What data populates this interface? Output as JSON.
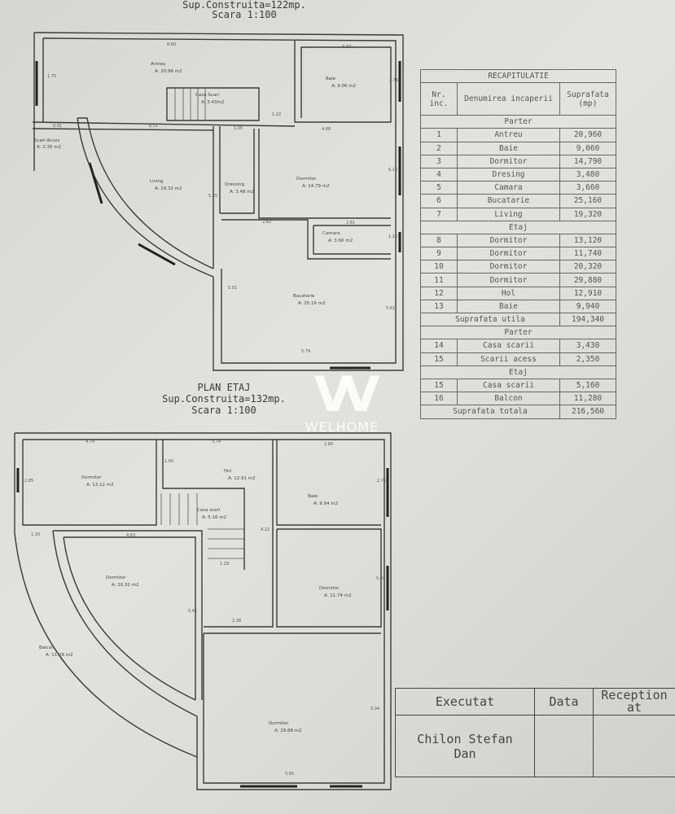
{
  "ground_floor": {
    "title_area": "Sup.Construita=122mp.",
    "title_scale": "Scara 1:100",
    "rooms": [
      {
        "name": "Antreu",
        "area": "A: 20.96 m2"
      },
      {
        "name": "Baie",
        "area": "A: 9.06 m2"
      },
      {
        "name": "Casa Scari",
        "area": "A: 3.43m2"
      },
      {
        "name": "Scari Acces",
        "area": "A: 2.35 m2"
      },
      {
        "name": "Living",
        "area": "A: 19.32 m2"
      },
      {
        "name": "Dressing",
        "area": "A: 3.48 m2"
      },
      {
        "name": "Dormitor",
        "area": "A: 14.79 m2"
      },
      {
        "name": "Camara",
        "area": "A: 3.66 m2"
      },
      {
        "name": "Bucatarie",
        "area": "A: 25.16 m2"
      }
    ],
    "dimensions": [
      "8.66",
      "3.37",
      "2.75",
      "1.75",
      "0.91",
      "6.51",
      "1.22",
      "1.05",
      "4.68",
      "5.12",
      "5.25",
      "2.82",
      "2.81",
      "1.25",
      "5.01",
      "5.61",
      "5.79"
    ]
  },
  "upper_floor": {
    "title": "PLAN ETAJ",
    "title_area": "Sup.Construita=132mp.",
    "title_scale": "Scara 1:100",
    "rooms": [
      {
        "name": "Dormitor",
        "area": "A: 13.12 m2"
      },
      {
        "name": "Hol",
        "area": "A: 12.91 m2"
      },
      {
        "name": "Casa scari",
        "area": "A: 5.16 m2"
      },
      {
        "name": "Baie",
        "area": "A: 9.94 m2"
      },
      {
        "name": "Dormitor",
        "area": "A: 20.32 m2"
      },
      {
        "name": "Dormitor",
        "area": "A: 11.74 m2"
      },
      {
        "name": "Balcon",
        "area": "A: 11.28 m2"
      },
      {
        "name": "Dormitor",
        "area": "A: 29.88 m2"
      }
    ],
    "dimensions": [
      "4.74",
      "3.74",
      "2.80",
      "1.60",
      "2.85",
      "2.75",
      "1.20",
      "4.63",
      "4.22",
      "1.29",
      "5.03",
      "5.41",
      "2.38",
      "5.04",
      "5.65"
    ]
  },
  "recap": {
    "title": "RECAPITULATIE",
    "headers": [
      "Nr. inc.",
      "Denumirea incaperii",
      "Suprafata (mp)"
    ],
    "rows": [
      {
        "section": "Parter"
      },
      {
        "nr": "1",
        "name": "Antreu",
        "area": "20,960"
      },
      {
        "nr": "2",
        "name": "Baie",
        "area": "9,060"
      },
      {
        "nr": "3",
        "name": "Dormitor",
        "area": "14,790"
      },
      {
        "nr": "4",
        "name": "Dresing",
        "area": "3,480"
      },
      {
        "nr": "5",
        "name": "Camara",
        "area": "3,660"
      },
      {
        "nr": "6",
        "name": "Bucatarie",
        "area": "25,160"
      },
      {
        "nr": "7",
        "name": "Living",
        "area": "19,320"
      },
      {
        "section": "Etaj"
      },
      {
        "nr": "8",
        "name": "Dormitor",
        "area": "13,120"
      },
      {
        "nr": "9",
        "name": "Dormitor",
        "area": "11,740"
      },
      {
        "nr": "10",
        "name": "Dormitor",
        "area": "20,320"
      },
      {
        "nr": "11",
        "name": "Dormitor",
        "area": "29,880"
      },
      {
        "nr": "12",
        "name": "Hol",
        "area": "12,910"
      },
      {
        "nr": "13",
        "name": "Baie",
        "area": "9,940"
      },
      {
        "total": "Suprafata utila",
        "area": "194,340"
      },
      {
        "section": "Parter"
      },
      {
        "nr": "14",
        "name": "Casa scarii",
        "area": "3,430"
      },
      {
        "nr": "15",
        "name": "Scarii acess",
        "area": "2,350"
      },
      {
        "section": "Etaj"
      },
      {
        "nr": "15",
        "name": "Casa scarii",
        "area": "5,160"
      },
      {
        "nr": "16",
        "name": "Balcon",
        "area": "11,280"
      },
      {
        "total": "Suprafata totala",
        "area": "216,560"
      }
    ]
  },
  "title_block": {
    "executed_label": "Executat",
    "date_label": "Data",
    "reception_label": "Reception at",
    "author": "Chilon Stefan Dan"
  },
  "watermark": "WELHOME"
}
